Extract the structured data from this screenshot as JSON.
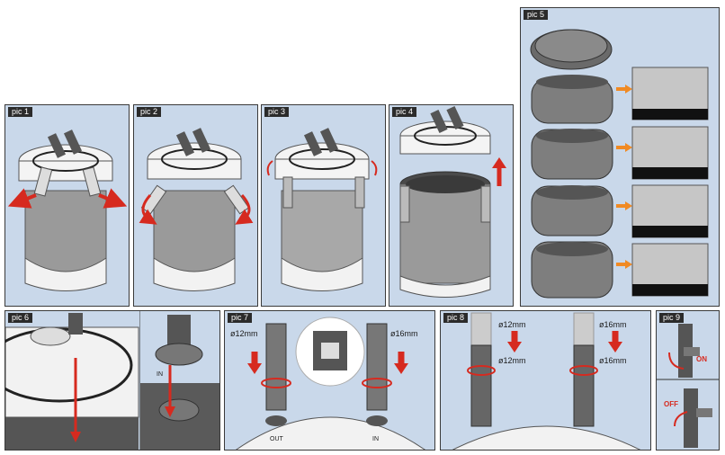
{
  "panels": {
    "pic1": {
      "tag": "pic 1"
    },
    "pic2": {
      "tag": "pic 2"
    },
    "pic3": {
      "tag": "pic 3"
    },
    "pic4": {
      "tag": "pic 4"
    },
    "pic5": {
      "tag": "pic 5"
    },
    "pic6": {
      "tag": "pic 6",
      "port_label": "IN"
    },
    "pic7": {
      "tag": "pic 7",
      "left_size": "ø12mm",
      "right_size": "ø16mm",
      "out_label": "OUT",
      "in_label": "IN"
    },
    "pic8": {
      "tag": "pic 8",
      "left_top": "ø12mm",
      "left_bottom": "ø12mm",
      "right_top": "ø16mm",
      "right_bottom": "ø16mm"
    },
    "pic9": {
      "tag": "pic 9",
      "on_label": "ON",
      "off_label": "OFF"
    }
  },
  "colors": {
    "panel_bg": "#c9d8ea",
    "arrow_red": "#d62a1f",
    "arrow_orange": "#f08a24",
    "body_gray": "#9a9a9a",
    "dark_gray": "#4a4a4a"
  }
}
